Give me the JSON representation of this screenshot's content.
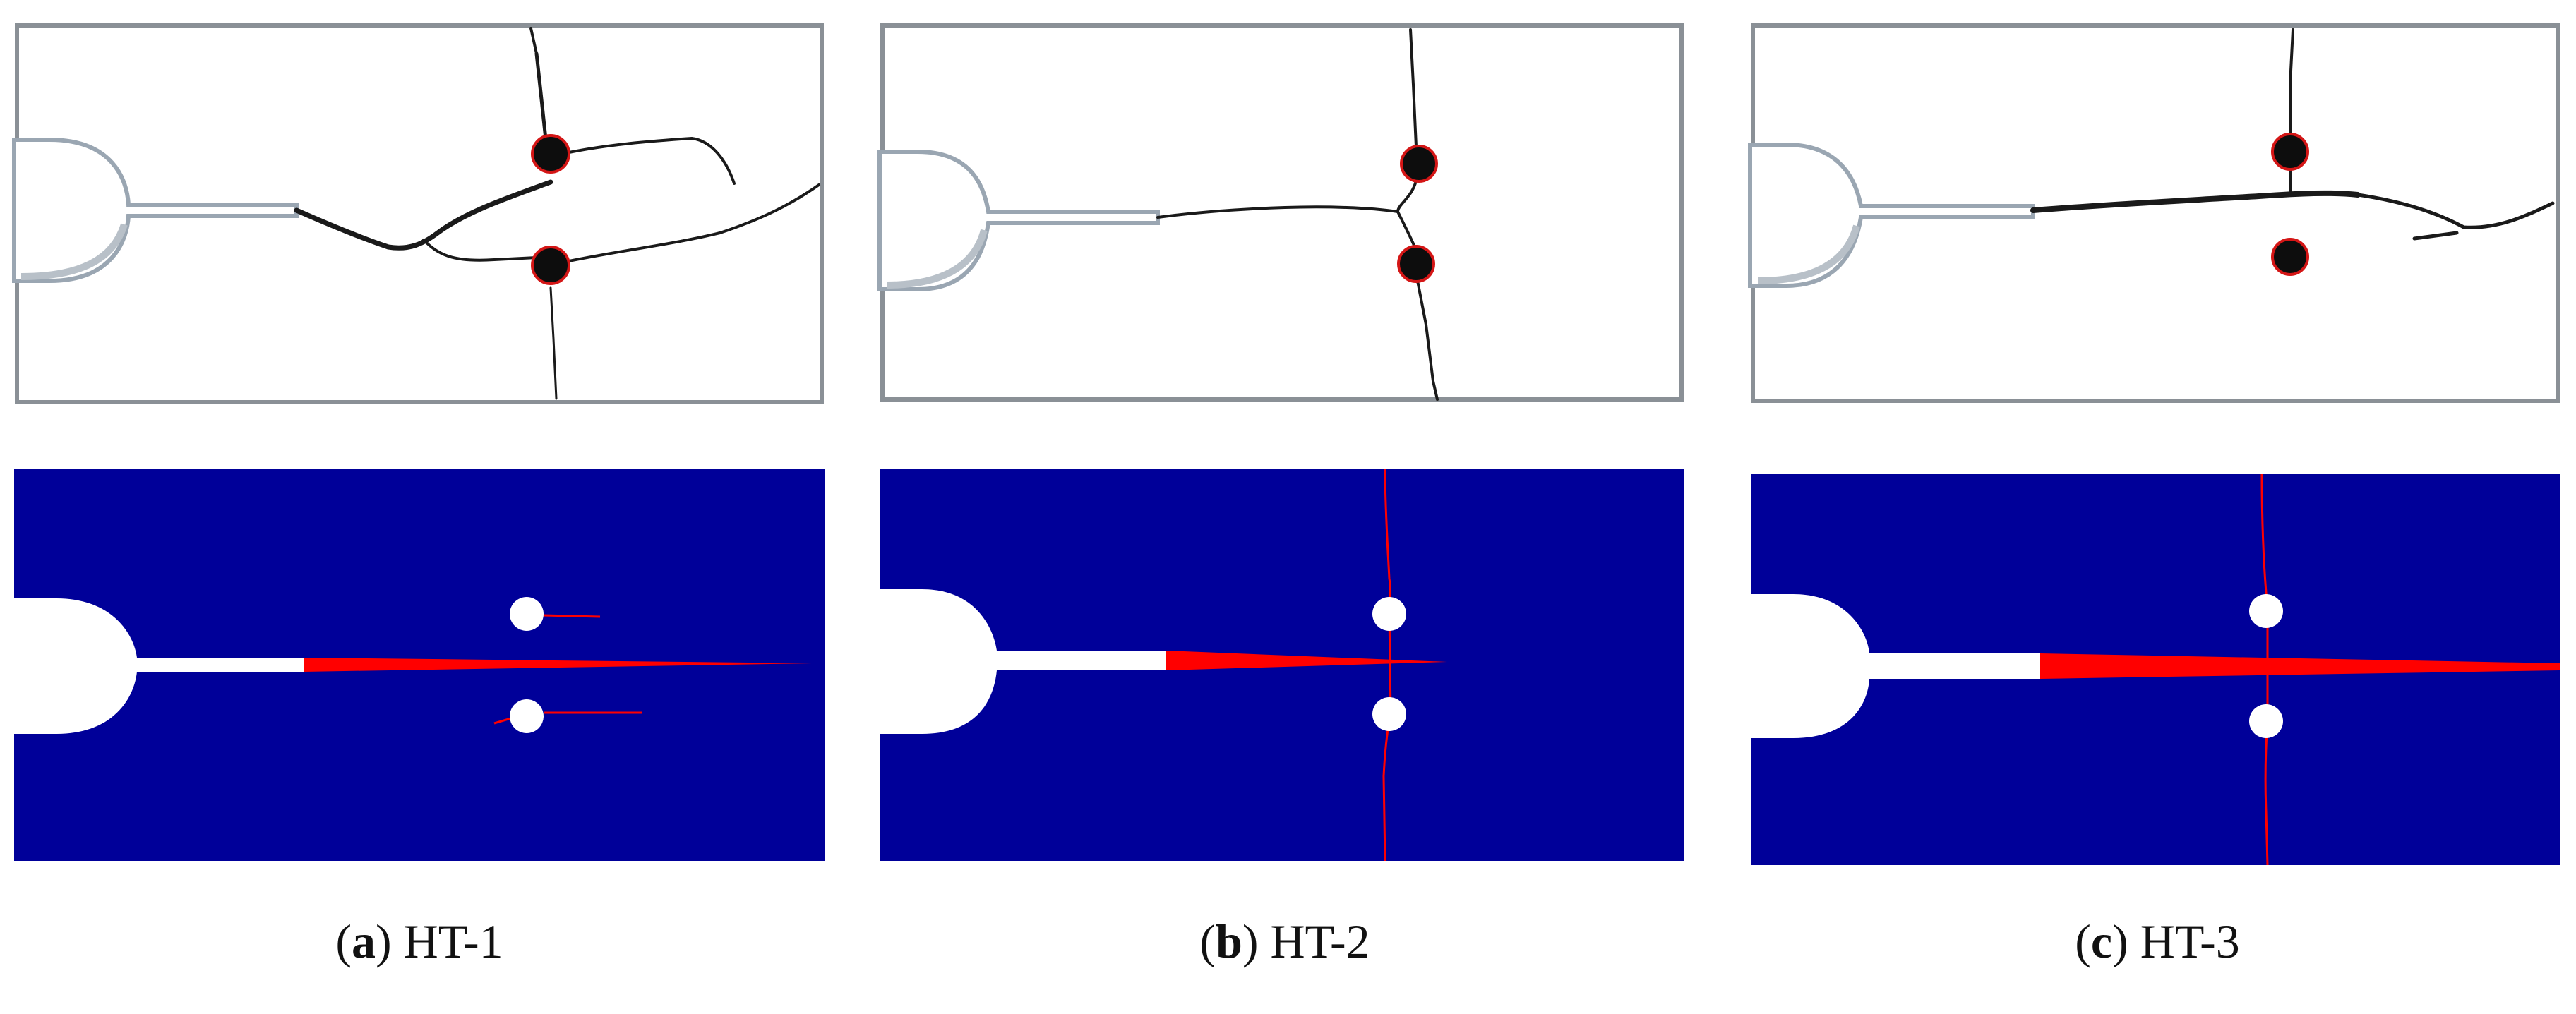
{
  "colors": {
    "crack_photo_line": "#1a1a1a",
    "bolt_hole_fill": "#0d0d0d",
    "bolt_hole_ring": "#d41616",
    "simulation_background": "#000099",
    "simulation_crack": "#ff0000",
    "simulation_void": "#ffffff",
    "specimen_border": "#8a9096"
  },
  "panels": [
    {
      "id": "a",
      "letter": "a",
      "label": "HT-1"
    },
    {
      "id": "b",
      "letter": "b",
      "label": "HT-2"
    },
    {
      "id": "c",
      "letter": "c",
      "label": "HT-3"
    }
  ]
}
